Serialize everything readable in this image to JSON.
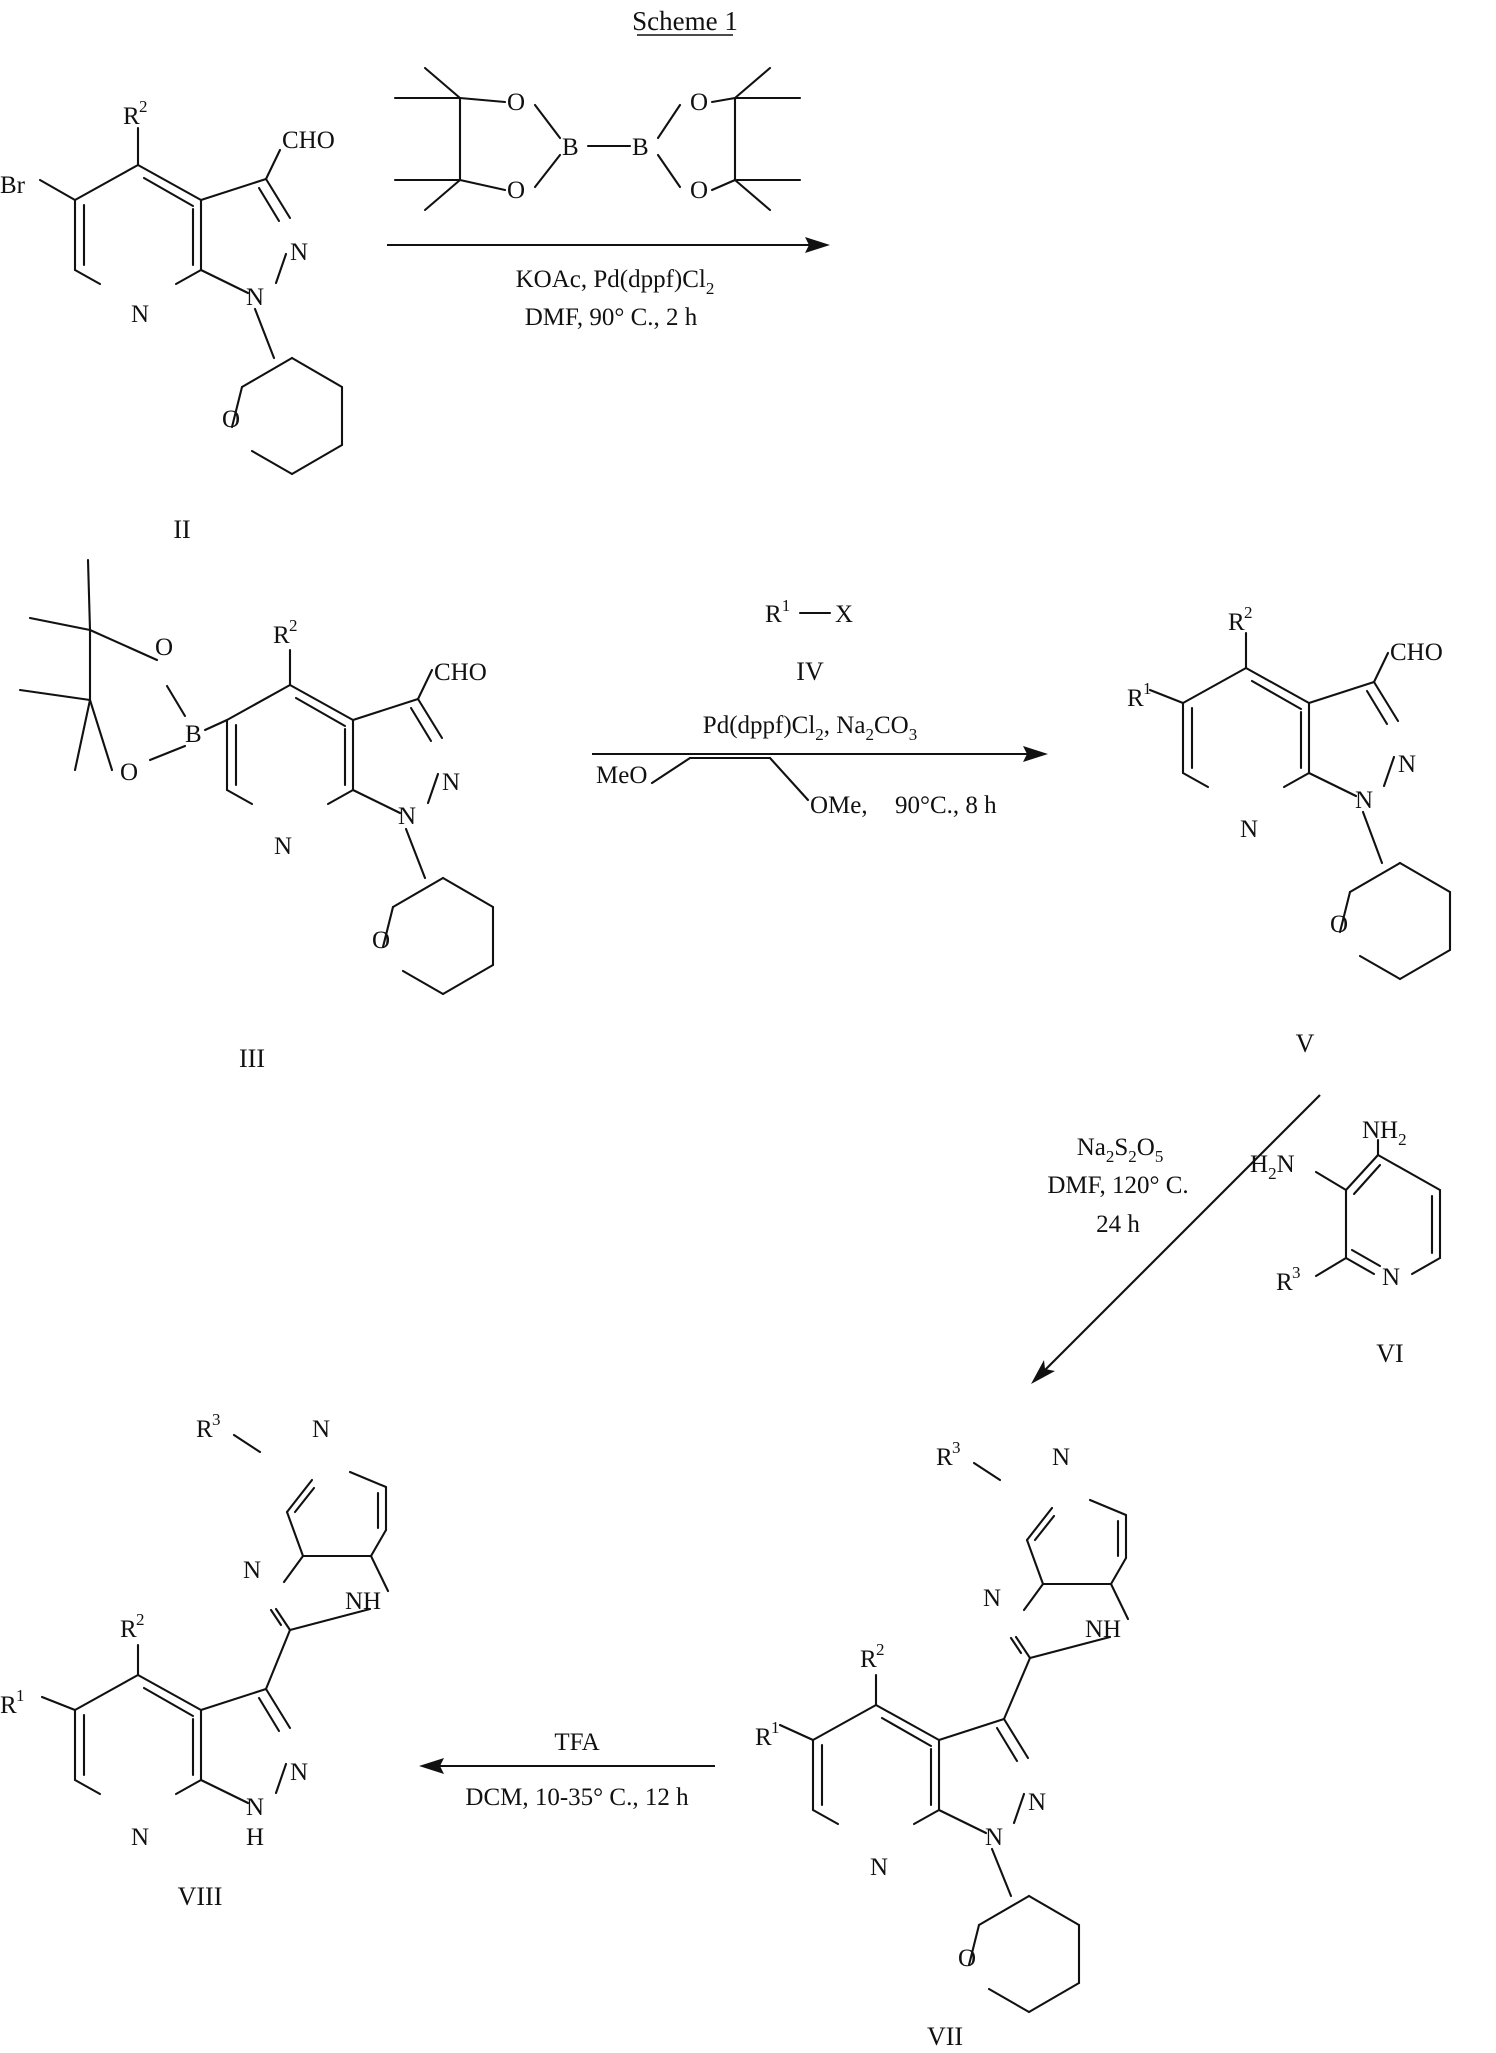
{
  "scheme": {
    "title": "Scheme 1"
  },
  "compounds": {
    "II": "II",
    "III": "III",
    "IV": "IV",
    "V": "V",
    "VI": "VI",
    "VII": "VII",
    "VIII": "VIII"
  },
  "atoms": {
    "Br": "Br",
    "R": "R",
    "n1": "1",
    "n2": "2",
    "n3": "3",
    "CHO": "CHO",
    "N": "N",
    "O": "O",
    "B": "B",
    "X": "X",
    "NH": "NH",
    "H": "H",
    "H2N": "H",
    "NH2": "NH",
    "two": "2",
    "Nsuffix": "N"
  },
  "reactions": {
    "step1": {
      "line1": "KOAc, Pd(dppf)Cl",
      "line1_sub": "2",
      "line2": "DMF, 90° C., 2 h"
    },
    "step2": {
      "reagent_R": "R",
      "reagent_sup": "1",
      "reagent_X": "X",
      "line1_a": "Pd(dppf)Cl",
      "line1_sub1": "2",
      "line1_b": ", Na",
      "line1_sub2": "2",
      "line1_c": "CO",
      "line1_sub3": "3",
      "solvent_MeO": "MeO",
      "solvent_OMe": "OMe,",
      "line2": "90°C., 8 h"
    },
    "step3": {
      "line1_a": "Na",
      "line1_sub1": "2",
      "line1_b": "S",
      "line1_sub2": "2",
      "line1_c": "O",
      "line1_sub3": "5",
      "line2": "DMF, 120° C.",
      "line3": "24 h"
    },
    "step4": {
      "line1": "TFA",
      "line2": "DCM, 10-35° C., 12 h"
    }
  }
}
